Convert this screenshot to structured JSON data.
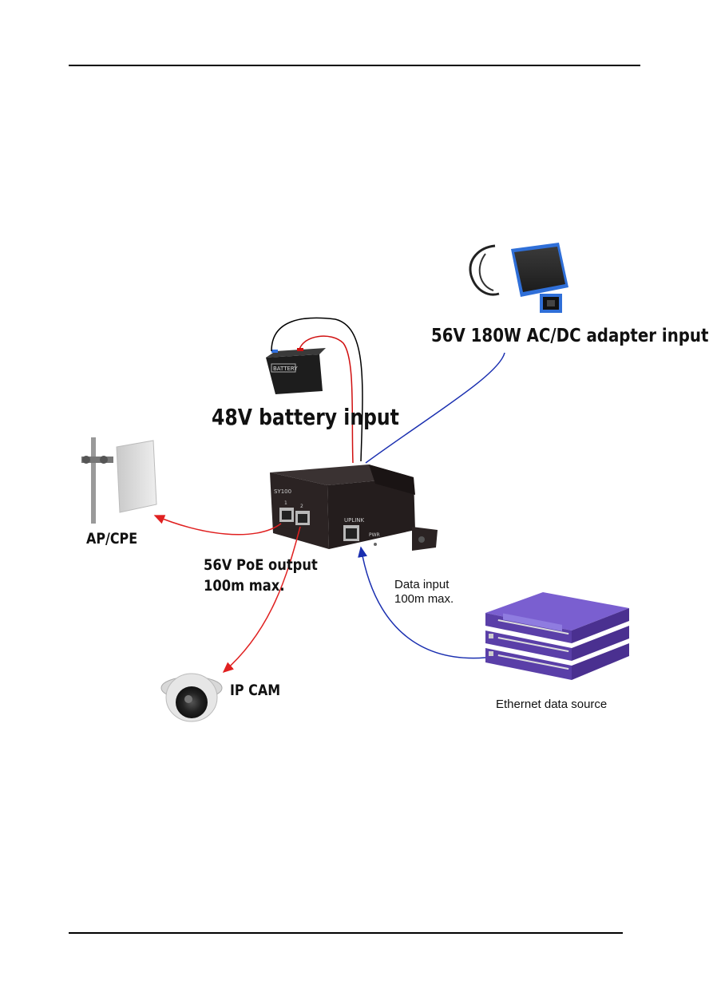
{
  "labels": {
    "adapter": "56V 180W AC/DC adapter input",
    "battery": "48V battery input",
    "ap_cpe": "AP/CPE",
    "poe_output_line1": "56V PoE output",
    "poe_output_line2": "100m max.",
    "data_input_line1": "Data input",
    "data_input_line2": "100m max.",
    "ip_cam": "IP CAM",
    "ethernet_source": "Ethernet data source"
  },
  "device": {
    "model": "SY100",
    "port_1": "1",
    "port_2": "2",
    "uplink": "UPLINK",
    "pwr": "PWR"
  },
  "battery_case_text": "BATTERY",
  "colors": {
    "poe_line": "#e02020",
    "data_line": "#1a2fb0",
    "battery_positive": "#d01010",
    "battery_negative": "#000000",
    "device_body": "#2b2323",
    "switch_body": "#5a3fa8",
    "adapter_trim": "#2f6fd8"
  }
}
